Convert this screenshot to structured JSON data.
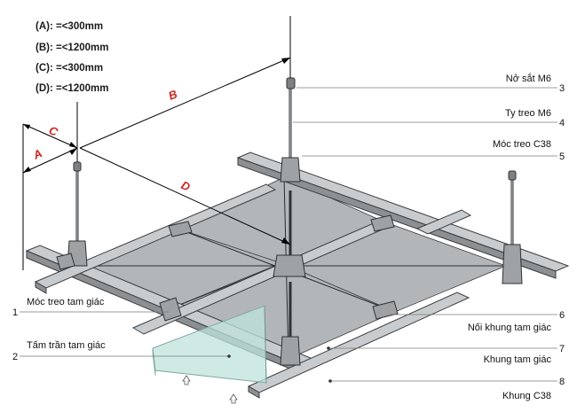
{
  "specs": [
    "(A): =<300mm",
    "(B): =<1200mm",
    "(C): =<300mm",
    "(D): =<1200mm"
  ],
  "dimensions": {
    "a": "A",
    "b": "B",
    "c": "C",
    "d": "D"
  },
  "callouts": [
    {
      "num": "3",
      "label": "Nở sắt M6"
    },
    {
      "num": "4",
      "label": "Ty treo M6"
    },
    {
      "num": "5",
      "label": "Móc treo C38"
    },
    {
      "num": "1",
      "label": "Móc treo tam giác"
    },
    {
      "num": "2",
      "label": "Tấm trần tam giác"
    },
    {
      "num": "6",
      "label": "Nối khung tam giác"
    },
    {
      "num": "7",
      "label": "Khung tam giác"
    },
    {
      "num": "8",
      "label": "Khung C38"
    }
  ],
  "colors": {
    "dimension_letters": "#d0231e",
    "glass_panel": "#bfe3dc",
    "ceiling_panel": "#b3b6b8",
    "rail": "#c9ccce"
  },
  "icons": [
    "arrow-up-icon",
    "arrow-up-icon"
  ]
}
